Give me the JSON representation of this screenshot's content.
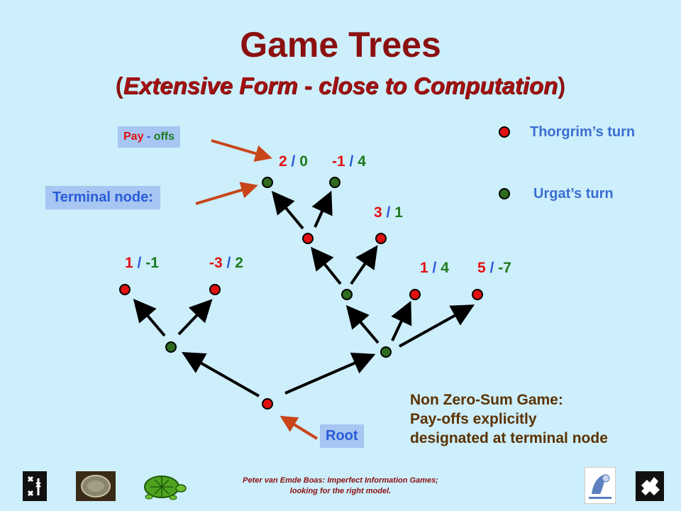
{
  "title": "Game Trees",
  "subtitle": {
    "open": "(",
    "italic": "Extensive Form - close to Computation",
    "close": ")"
  },
  "callouts": {
    "payoffs": {
      "pay": "Pay",
      "dash": " - ",
      "offs": "offs"
    },
    "terminal_node": "Terminal node:",
    "root": "Root"
  },
  "legend": {
    "thorgrim": "Thorgrim’s turn",
    "urgat": "Urgat’s turn",
    "thorgrim_color": "#e01010",
    "urgat_color": "#2e6b1e"
  },
  "payoffs": {
    "p_2_0": {
      "a": "2",
      "sep": " / ",
      "b": "0"
    },
    "p_m1_4": {
      "a": "-1",
      "sep": " / ",
      "b": "4"
    },
    "p_3_1": {
      "a": "3",
      "sep": " / ",
      "b": "1"
    },
    "p_1_m1": {
      "a": "1",
      "sep": " / ",
      "b": "-1"
    },
    "p_m3_2": {
      "a": "-3",
      "sep": " / ",
      "b": "2"
    },
    "p_1_4": {
      "a": "1",
      "sep": " / ",
      "b": "4"
    },
    "p_5_m7": {
      "a": "5",
      "sep": " / ",
      "b": "-7"
    }
  },
  "note": {
    "line1": "Non Zero-Sum Game:",
    "line2": "Pay-offs explicitly",
    "line3": "designated at terminal node"
  },
  "footer": {
    "line1": "Peter van Emde Boas: Imperfect Information Games;",
    "line2": "looking for the right model."
  }
}
